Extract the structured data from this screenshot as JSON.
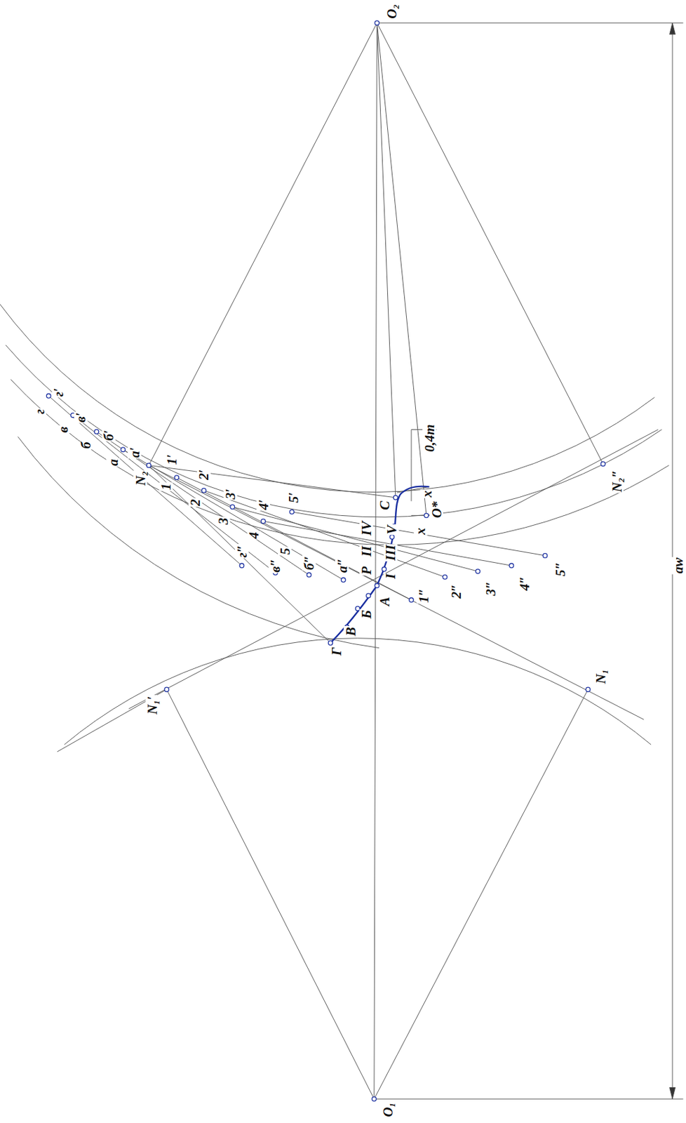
{
  "diagram": {
    "labels": [
      "O₂",
      "O₁",
      "aw",
      "N₁′",
      "N₁",
      "N₂",
      "N₂″",
      "0,4m",
      "x",
      "x",
      "O*",
      "C",
      "P",
      "II",
      "IV",
      "I",
      "III",
      "V",
      "А",
      "Б",
      "В",
      "Г",
      "1",
      "1′",
      "2′",
      "2",
      "3′",
      "3",
      "4′",
      "4",
      "5′",
      "5",
      "1″",
      "2″",
      "3″",
      "4″",
      "5″",
      "а″",
      "б″",
      "в″",
      "г″",
      "а′",
      "б′",
      "в′",
      "г′",
      "а",
      "б",
      "в",
      "г"
    ]
  }
}
